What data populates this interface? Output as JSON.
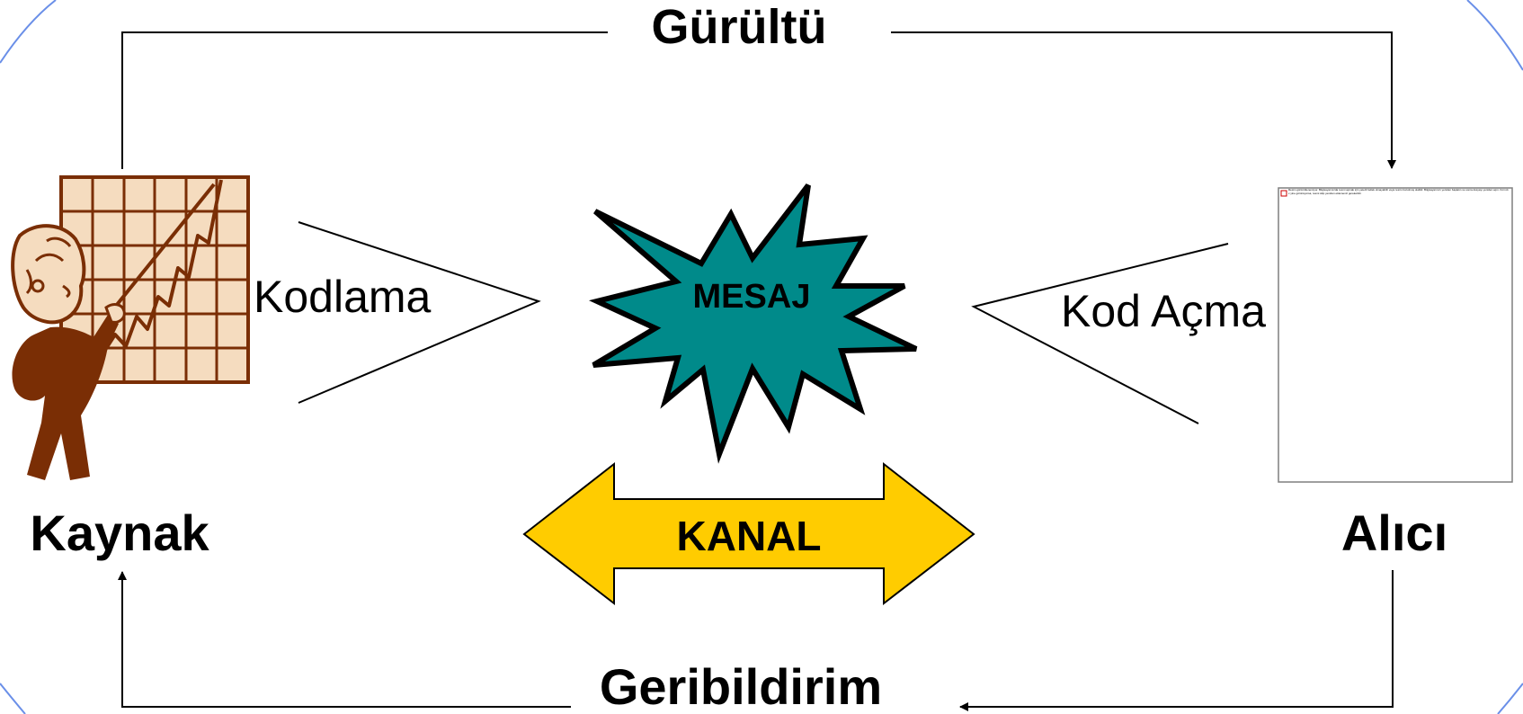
{
  "noise": {
    "label": "Gürültü"
  },
  "source": {
    "label": "Kaynak"
  },
  "receiver": {
    "label": "Alıcı",
    "broken_image_text": "Resim görüntülenemiyor. Bilgisayarınızda resmi açmak için yeterli bellek olmayabilir veya resim bozulmuş olabilir. Bilgisayarınızı yeniden başlatın ve sonra dosyayı yeniden açın. Kırmızı x yine görünüyorsa, resmi silip yeniden eklemeniz gerekebilir."
  },
  "encoding": {
    "label": "Kodlama"
  },
  "decoding": {
    "label": "Kod Açma"
  },
  "message": {
    "label": "MESAJ"
  },
  "channel": {
    "label": "KANAL"
  },
  "feedback": {
    "label": "Geribildirim"
  },
  "colors": {
    "message_fill": "#008a8a",
    "channel_fill": "#ffcc00",
    "figure_brown": "#7a2e05",
    "chart_paper": "#f5dcbf",
    "corner_arc": "#6a8fe8"
  }
}
